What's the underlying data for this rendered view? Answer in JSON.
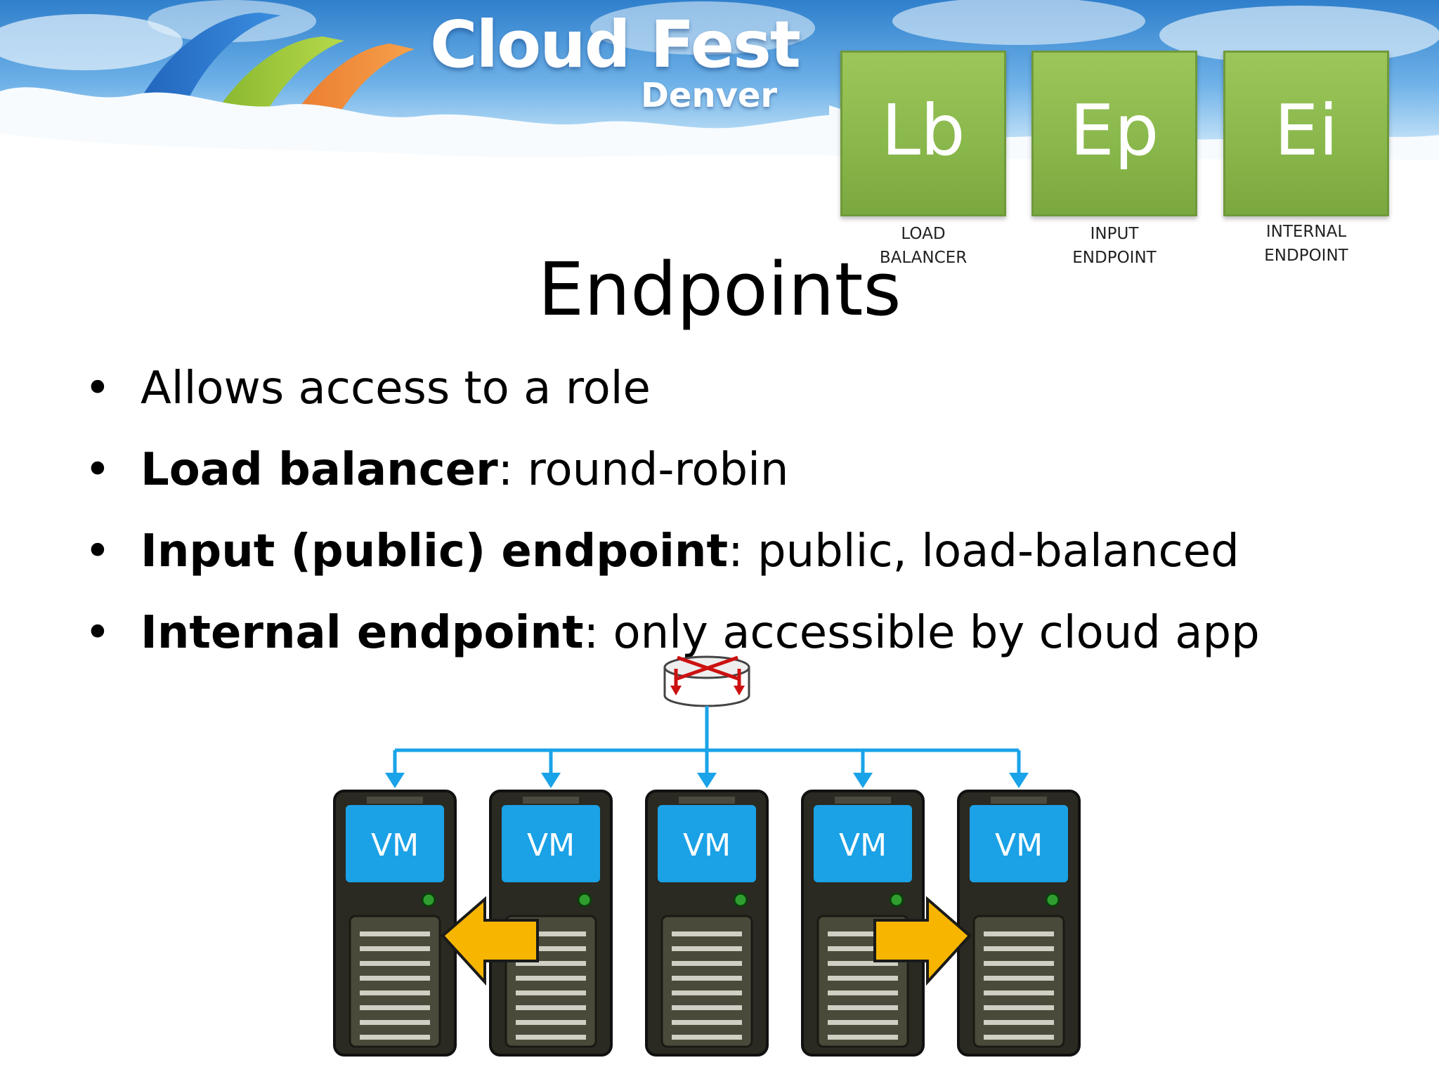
{
  "header": {
    "logo_title": "Cloud Fest",
    "logo_subtitle": "Denver"
  },
  "legend_tiles": [
    {
      "abbr": "Lb",
      "caption": "LOAD\nBALANCER"
    },
    {
      "abbr": "Ep",
      "caption": "INPUT\nENDPOINT"
    },
    {
      "abbr": "Ei",
      "caption": "INTERNAL\nENDPOINT"
    }
  ],
  "title": "Endpoints",
  "bullets": [
    {
      "marker": "•",
      "bold": "",
      "text": "Allows access to a role"
    },
    {
      "marker": "•",
      "bold": "Load balancer",
      "text": ": round-robin"
    },
    {
      "marker": "•",
      "bold": "Input (public) endpoint",
      "text": ": public, load-balanced"
    },
    {
      "marker": "•",
      "bold": "Internal endpoint",
      "text": ": only accessible by cloud app"
    }
  ],
  "diagram": {
    "vm_labels": [
      "VM",
      "VM",
      "VM",
      "VM",
      "VM"
    ],
    "colors": {
      "connector": "#1aa3e8",
      "vm_screen": "#1ba1e6",
      "server_body": "#2a2a22",
      "drive_panel": "#4a4a3a",
      "internal_arrow": "#f7b500",
      "router_arrows": "#cc1111"
    }
  },
  "colors": {
    "tile_green": "#8ab84c",
    "sky_blue": "#3e8fd6"
  }
}
